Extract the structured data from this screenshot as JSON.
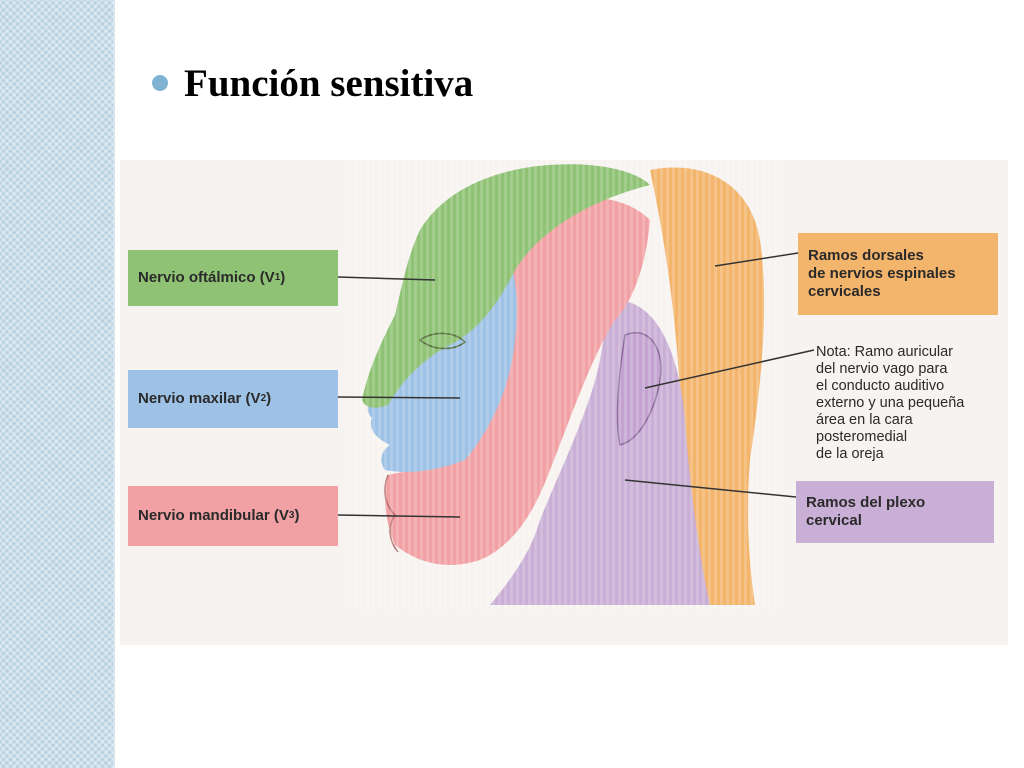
{
  "slide": {
    "title": "Función sensitiva"
  },
  "diagram": {
    "labels": {
      "v1_name": "Nervio oftálmico (V",
      "v1_sub": "1",
      "v2_name": "Nervio maxilar (V",
      "v2_sub": "2",
      "v3_name": "Nervio mandibular (V",
      "v3_sub": "3",
      "dorsal": [
        "Ramos dorsales",
        "de nervios espinales",
        "cervicales"
      ],
      "plexus": [
        "Ramos del plexo",
        "cervical"
      ],
      "note": [
        "Nota: Ramo auricular",
        "del nervio vago para",
        "el conducto auditivo",
        "externo y una pequeña",
        "área en la cara",
        "posteromedial",
        "de la oreja"
      ]
    },
    "colors": {
      "ophthalmic": "#8fc274",
      "maxillary": "#9ec2e6",
      "mandibular": "#f1a1a3",
      "dorsal_rami": "#f3b46c",
      "cervical_plexus": "#c9aed6"
    }
  }
}
